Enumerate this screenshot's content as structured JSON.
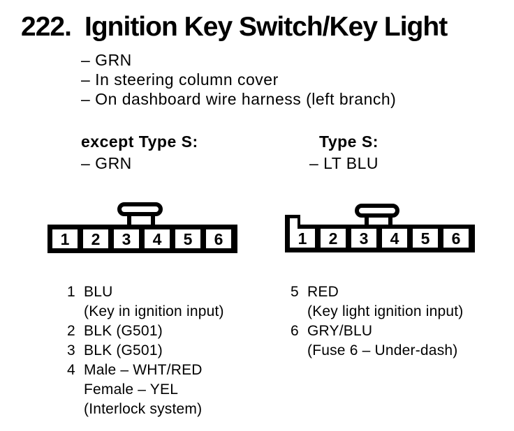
{
  "page": {
    "number": "222.",
    "title": "Ignition Key Switch/Key Light",
    "notes": [
      "– GRN",
      "– In steering column cover",
      "– On dashboard wire harness (left branch)"
    ],
    "variants": [
      {
        "label": "except Type S:",
        "note": "– GRN"
      },
      {
        "label": "Type S:",
        "note": "– LT BLU"
      }
    ],
    "connectors": [
      {
        "name": "except-type-s-6-pin-connector",
        "pins": [
          "1",
          "2",
          "3",
          "4",
          "5",
          "6"
        ]
      },
      {
        "name": "type-s-6-pin-connector",
        "pins": [
          "1",
          "2",
          "3",
          "4",
          "5",
          "6"
        ]
      }
    ],
    "pin_lists": [
      {
        "entries": [
          {
            "num": "1",
            "text": "BLU"
          },
          {
            "num": "",
            "text": "(Key in ignition input)"
          },
          {
            "num": "2",
            "text": "BLK (G501)"
          },
          {
            "num": "3",
            "text": "BLK (G501)"
          },
          {
            "num": "4",
            "text": "Male – WHT/RED"
          },
          {
            "num": "",
            "text": "Female – YEL"
          },
          {
            "num": "",
            "text": "(Interlock system)"
          }
        ]
      },
      {
        "entries": [
          {
            "num": "5",
            "text": "RED"
          },
          {
            "num": "",
            "text": "(Key light ignition input)"
          },
          {
            "num": "6",
            "text": "GRY/BLU"
          },
          {
            "num": "",
            "text": "(Fuse 6 – Under-dash)"
          }
        ]
      }
    ],
    "colors": {
      "ink": "#000000",
      "paper": "#ffffff"
    }
  }
}
